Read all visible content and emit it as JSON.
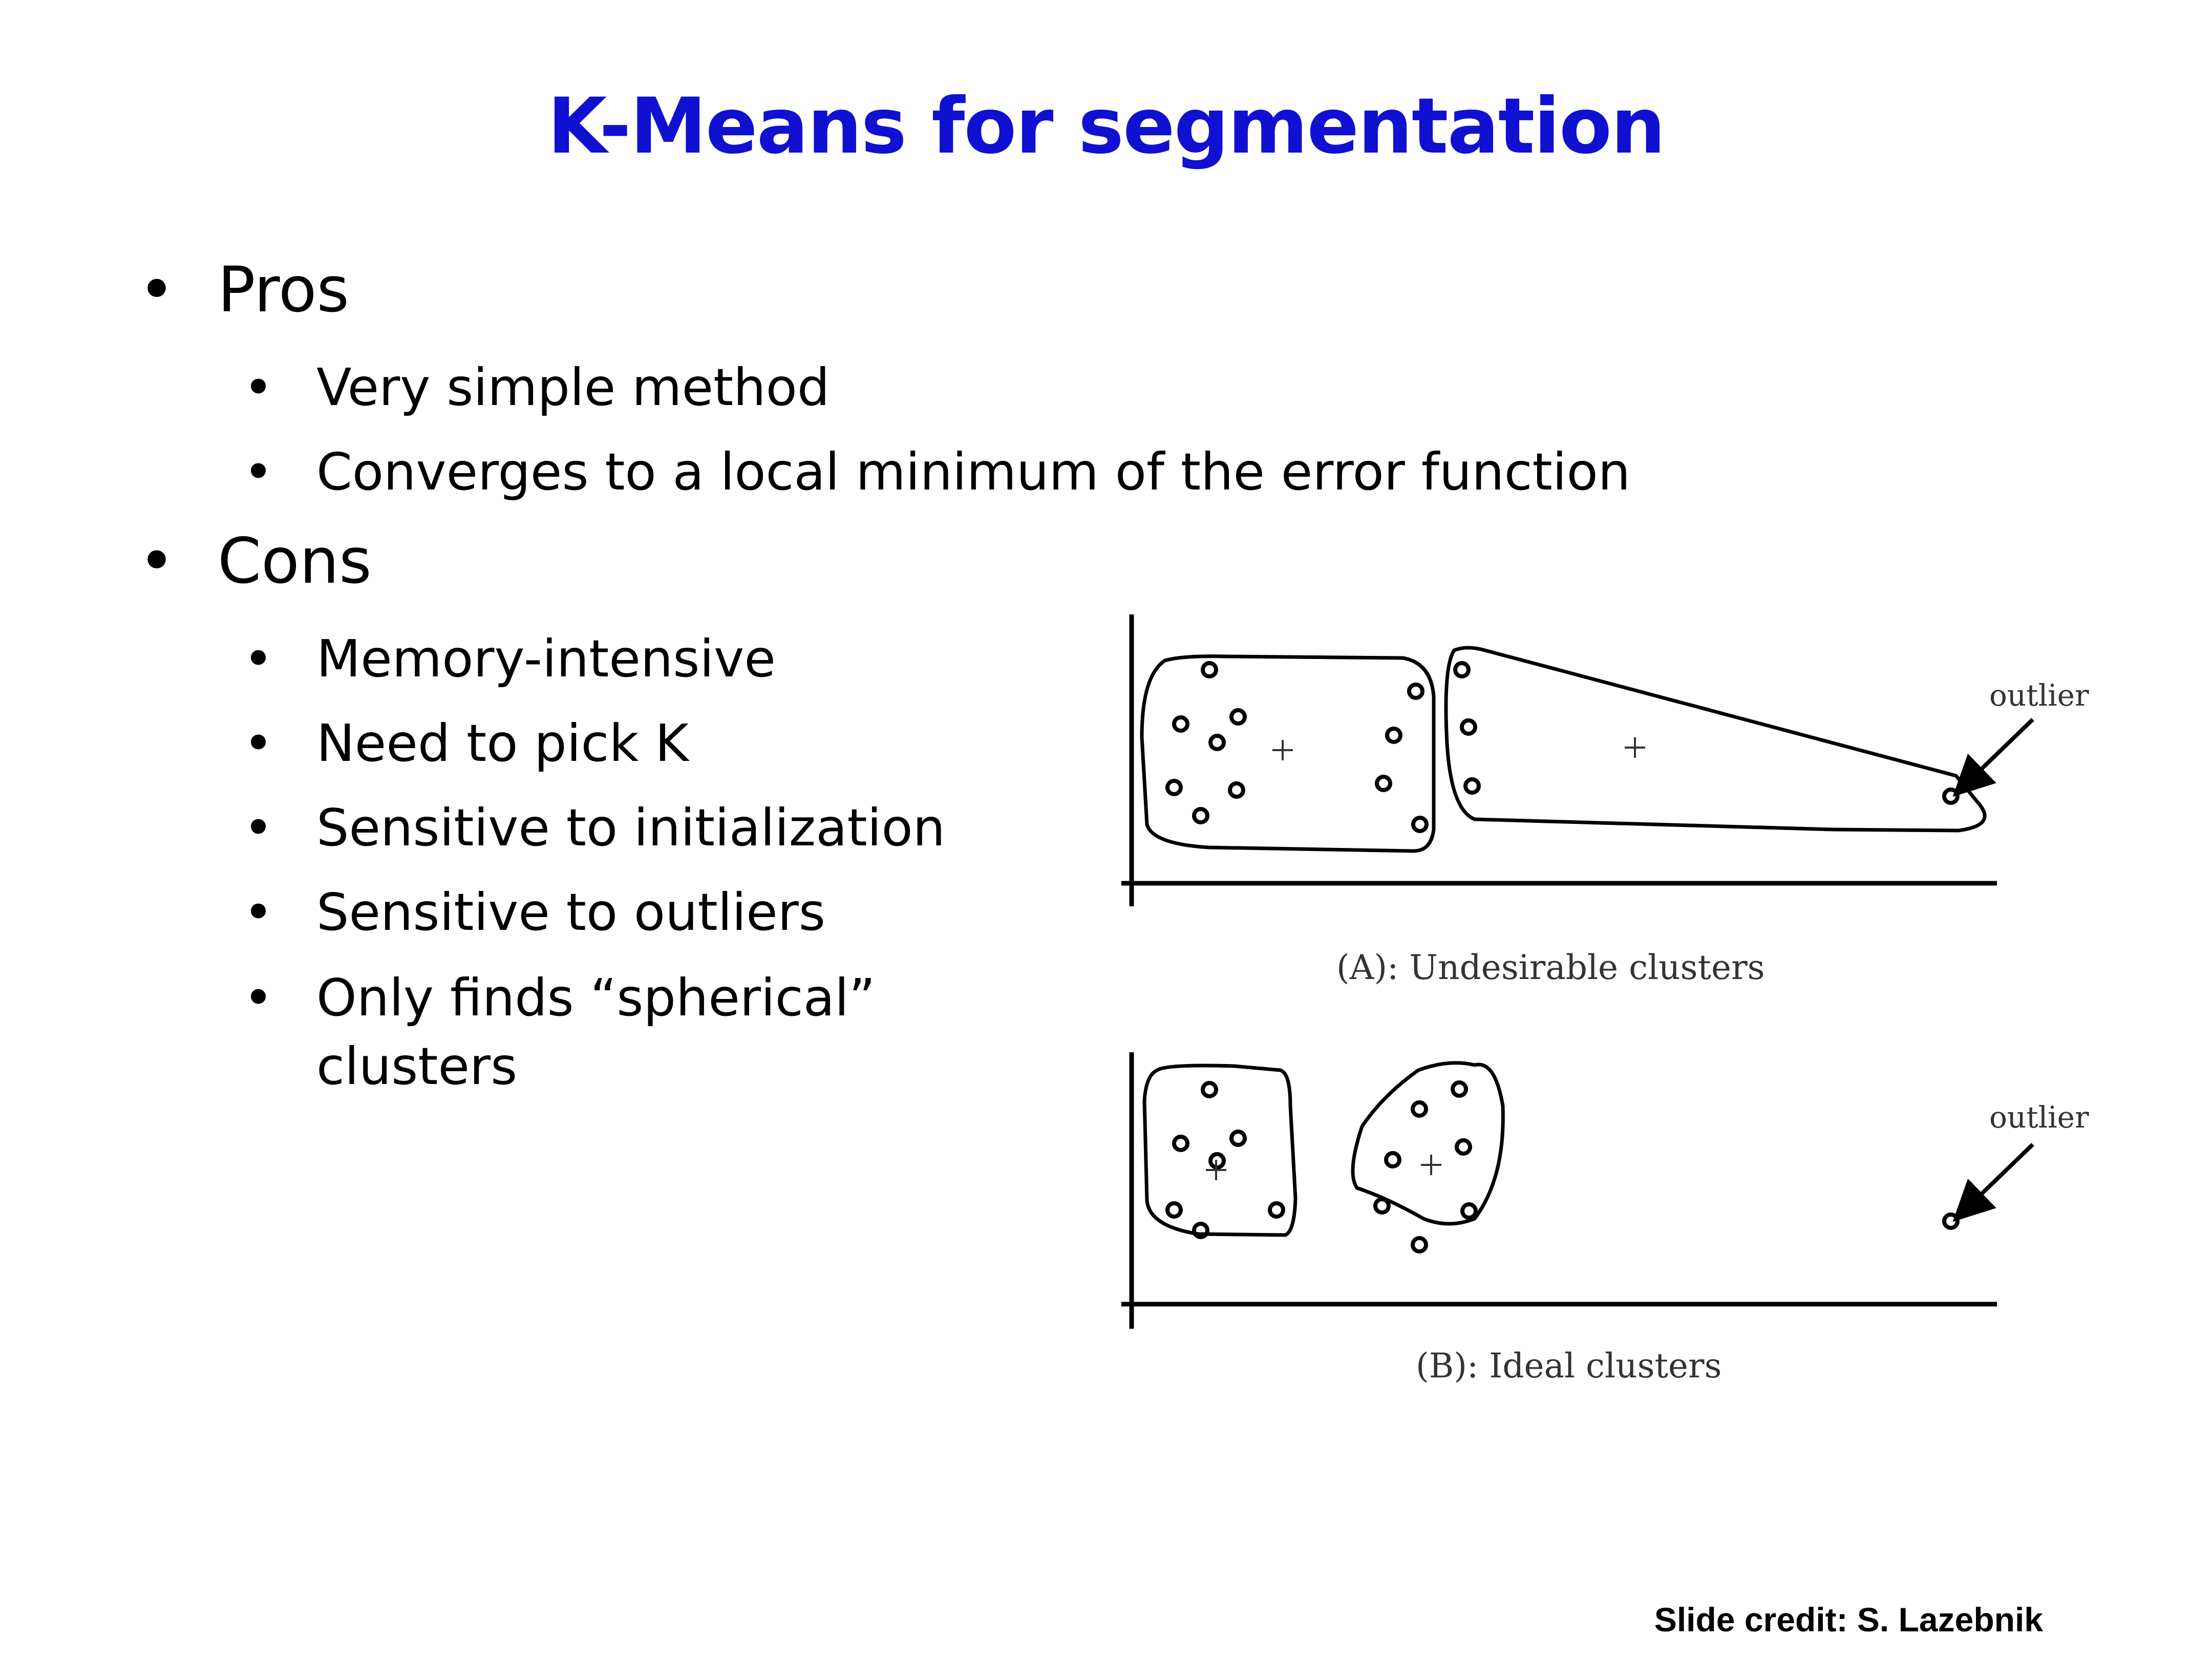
{
  "slide": {
    "title": "K-Means for segmentation",
    "pros": {
      "heading": "Pros",
      "items": [
        "Very simple method",
        "Converges to a local minimum of the error function"
      ]
    },
    "cons": {
      "heading": "Cons",
      "items": [
        "Memory-intensive",
        "Need to pick K",
        "Sensitive to initialization",
        "Sensitive to outliers",
        "Only finds “spherical” clusters"
      ]
    },
    "credit": "Slide credit: S. Lazebnik"
  },
  "figure": {
    "panel_a": {
      "caption": "(A): Undesirable clusters",
      "outlier_label": "outlier"
    },
    "panel_b": {
      "caption": "(B): Ideal clusters",
      "outlier_label": "outlier"
    }
  }
}
